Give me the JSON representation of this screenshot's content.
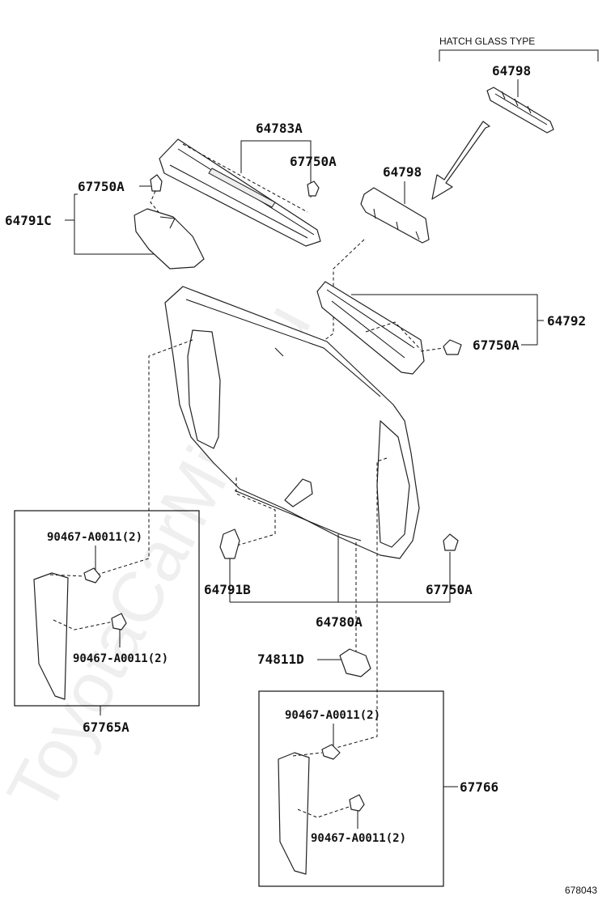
{
  "diagram": {
    "header": "HATCH GLASS TYPE",
    "figure_id": "678043",
    "watermark": "ToyotaCarMine.ru",
    "labels": {
      "p64798_top": "64798",
      "p64783A": "64783A",
      "p67750A_top_right": "67750A",
      "p64798_mid": "64798",
      "p67750A_top_left": "67750A",
      "p64791C": "64791C",
      "p64792": "64792",
      "p67750A_right": "67750A",
      "p90467_box1_a": "90467-A0011(2)",
      "p90467_box1_b": "90467-A0011(2)",
      "p64791B": "64791B",
      "p67750A_lower": "67750A",
      "p64780A": "64780A",
      "p74811D": "74811D",
      "p67765A": "67765A",
      "p90467_box2_a": "90467-A0011(2)",
      "p90467_box2_b": "90467-A0011(2)",
      "p67766": "67766"
    }
  }
}
